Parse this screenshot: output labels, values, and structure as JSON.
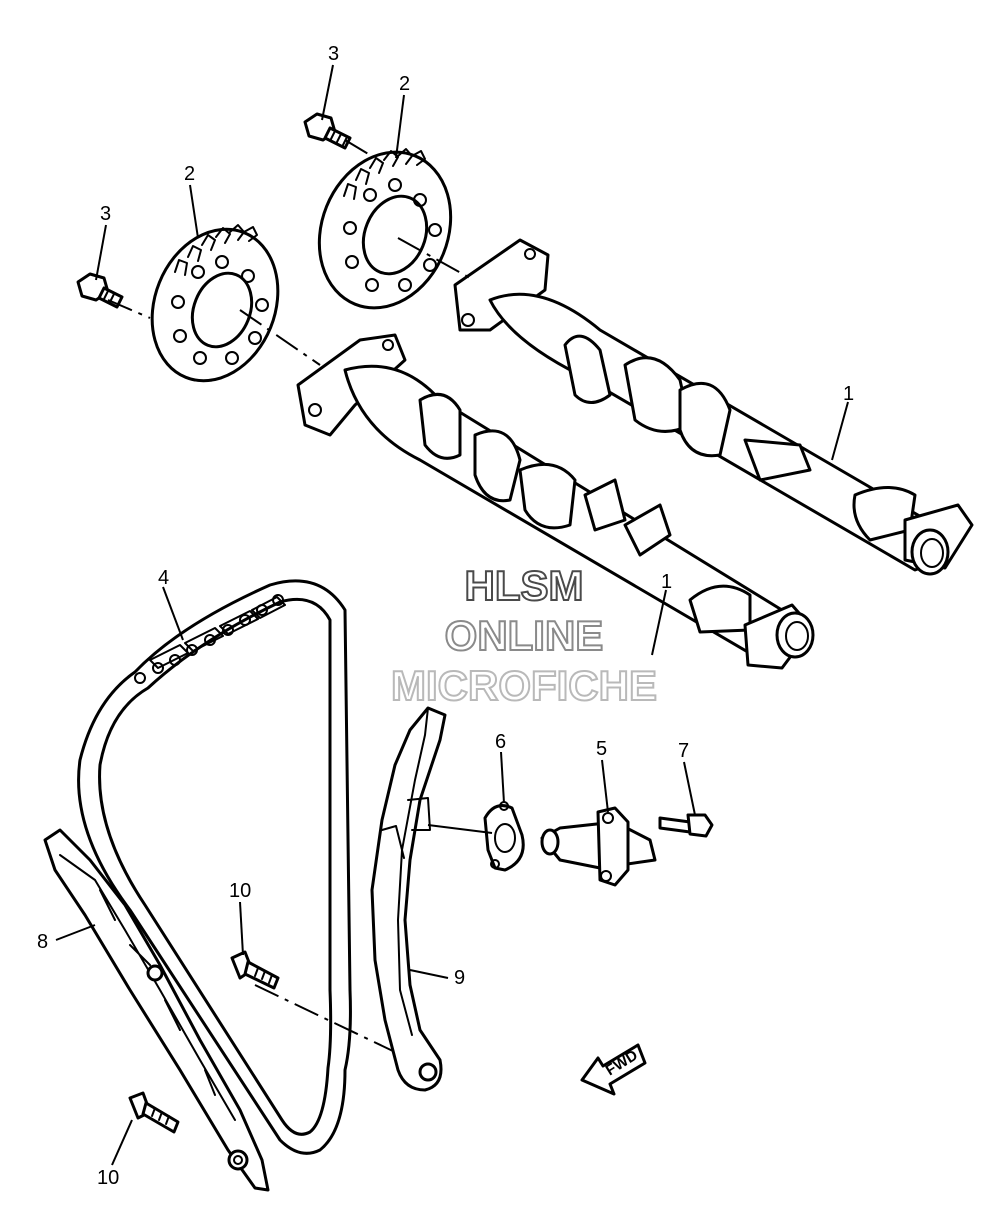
{
  "callouts": [
    {
      "id": "c-3a",
      "label": "3"
    },
    {
      "id": "c-2a",
      "label": "2"
    },
    {
      "id": "c-2b",
      "label": "2"
    },
    {
      "id": "c-3b",
      "label": "3"
    },
    {
      "id": "c-1a",
      "label": "1"
    },
    {
      "id": "c-1b",
      "label": "1"
    },
    {
      "id": "c-4",
      "label": "4"
    },
    {
      "id": "c-6",
      "label": "6"
    },
    {
      "id": "c-5",
      "label": "5"
    },
    {
      "id": "c-7",
      "label": "7"
    },
    {
      "id": "c-8",
      "label": "8"
    },
    {
      "id": "c-10a",
      "label": "10"
    },
    {
      "id": "c-9",
      "label": "9"
    },
    {
      "id": "c-10b",
      "label": "10"
    }
  ],
  "watermark": {
    "line1": "HLSM",
    "line2": "ONLINE",
    "line3": "MICROFICHE"
  },
  "fwd_label": "FWD"
}
